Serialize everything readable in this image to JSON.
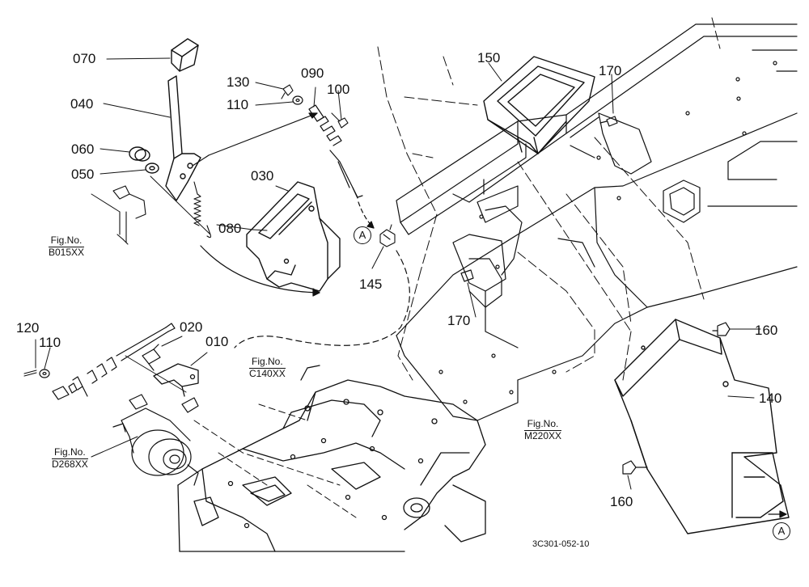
{
  "diagram": {
    "part_labels": {
      "p070": "070",
      "p040": "040",
      "p060": "060",
      "p050": "050",
      "p080": "080",
      "p030": "030",
      "p130": "130",
      "p110a": "110",
      "p090": "090",
      "p100": "100",
      "p145": "145",
      "p150": "150",
      "p170a": "170",
      "p170b": "170",
      "p120": "120",
      "p110b": "110",
      "p020": "020",
      "p010": "010",
      "p160a": "160",
      "p140": "140",
      "p160b": "160"
    },
    "fig_refs": {
      "b015": {
        "prefix": "Fig.No.",
        "code": "B015XX"
      },
      "c140": {
        "prefix": "Fig.No.",
        "code": "C140XX"
      },
      "d268": {
        "prefix": "Fig.No.",
        "code": "D268XX"
      },
      "m220": {
        "prefix": "Fig.No.",
        "code": "M220XX"
      }
    },
    "connector_marks": {
      "a1": "A",
      "a2": "A"
    },
    "drawing_number": "3C301-052-10"
  }
}
